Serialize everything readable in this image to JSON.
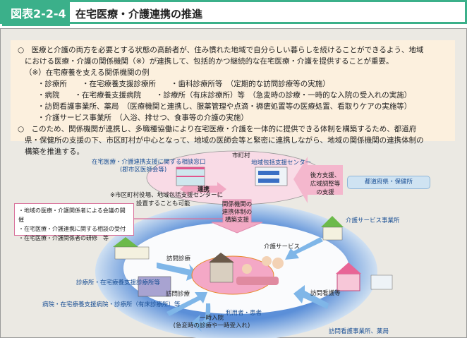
{
  "header": {
    "figure_label": "図表2-2-4",
    "title": "在宅医療・介護連携の推進"
  },
  "note": {
    "lines": [
      "○　医療と介護の両方を必要とする状態の高齢者が、住み慣れた地域で自分らしい暮らしを続けることができるよう、地域",
      "における医療・介護の関係機関（※）が連携して、包括的かつ継続的な在宅医療・介護を提供することが重要。",
      "（※）在宅療養を支える関係機関の例",
      "・診療所　　・在宅療養支援診療所　　・歯科診療所等　（定期的な訪問診療等の実施）",
      "・病院　　・在宅療養支援病院　　・診療所（有床診療所）等　（急変時の診療・一時的な入院の受入れの実施）",
      "・訪問看護事業所、薬局　（医療機関と連携し、服薬管理や点滴・褥瘡処置等の医療処置、看取りケアの実施等）",
      "・介護サービス事業所　（入浴、排せつ、食事等の介護の実施）",
      "○　このため、関係機関が連携し、多職種協働により在宅医療・介護を一体的に提供できる体制を構築するため、都道府",
      "県・保健所の支援の下、市区町村が中心となって、地域の医師会等と緊密に連携しながら、地域の関係機関の連携体制の",
      "構築を推進する。"
    ]
  },
  "diagram": {
    "municipality": "市町村",
    "consult_window": "在宅医療・介護連携支援に関する相談窓口",
    "consult_window_sub": "(郡市区医師会等)",
    "regional_center": "地域包括支援センター",
    "cooperation": "連携",
    "footnote_1": "※市区町村役場、地域包括支援センターに",
    "footnote_2": "設置することも可能",
    "backup_1": "後方支援、",
    "backup_2": "広域調整等",
    "backup_3": "の支援",
    "prefecture": "都道府県・保健所",
    "support_1": "関係機関の",
    "support_2": "連携体制の",
    "support_3": "構築支援",
    "activities": [
      "・地域の医療・介護関係者による会議の開催",
      "・在宅医療・介護連携に関する相談の受付",
      "・在宅医療・介護関係者の研修　等"
    ],
    "care_office": "介護サービス事業所",
    "care_service": "介護サービス",
    "home_visit_1": "訪問診療",
    "clinic": "診療所・在宅療養支援診療所等",
    "home_visit_2": "訪問診療",
    "hospital": "病院・在宅療養支援病院・診療所（有床診療所）等",
    "user": "利用者・患者",
    "nursing": "訪問看護等",
    "nursing_office": "訪問看護事業所、薬局",
    "admission_1": "一時入院",
    "admission_2": "(急変時の診療や一時受入れ)"
  },
  "colors": {
    "green": "#3bb08a",
    "pink": "#f2a9c4",
    "blue": "#7fb2e5",
    "text_blue": "#1a4f94"
  }
}
